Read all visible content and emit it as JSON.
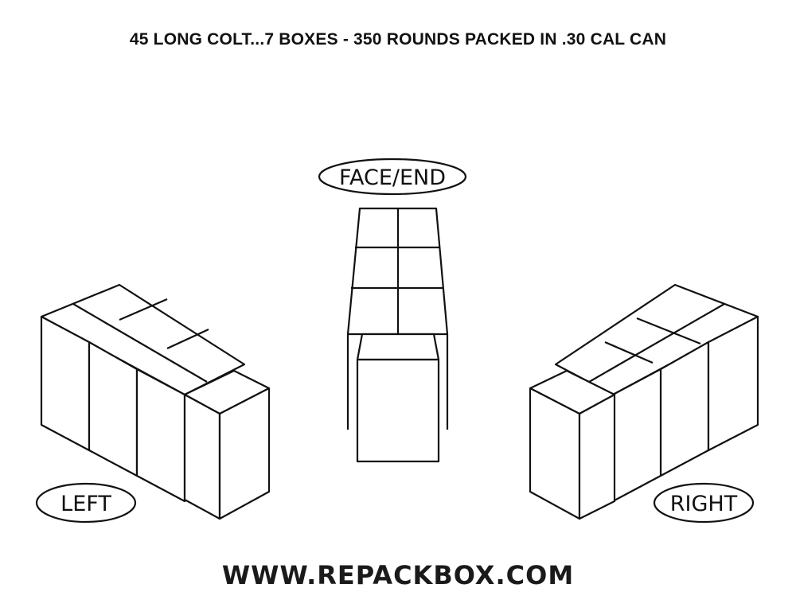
{
  "title": "45 LONG COLT...7 BOXES - 350 ROUNDS PACKED IN .30 CAL CAN",
  "views": {
    "face_end": "FACE/END",
    "left": "LEFT",
    "right": "RIGHT"
  },
  "website": "WWW.REPACKBOX.COM"
}
